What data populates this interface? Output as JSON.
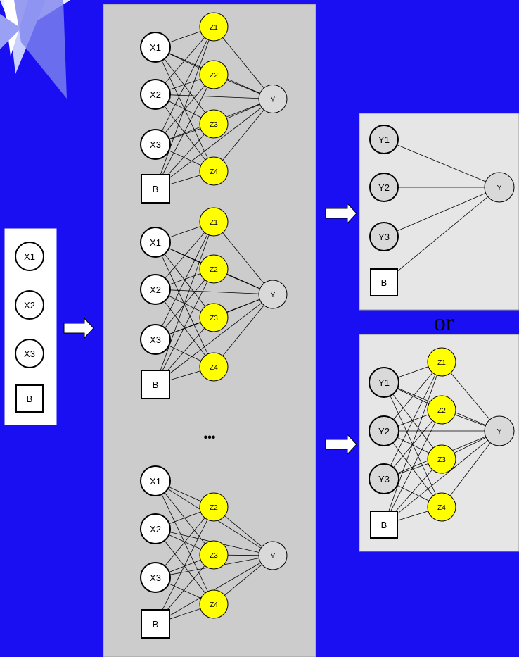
{
  "colors": {
    "background": "#1a0ff2",
    "panel_main": "#cccccc",
    "panel_side": "#e6e6e6",
    "panel_left": "#ffffff",
    "hidden_node": "#ffff00",
    "output_node": "#d9d9d9"
  },
  "input_panel": {
    "nodes": [
      "X1",
      "X2",
      "X3"
    ],
    "bias": "B"
  },
  "ensemble": [
    {
      "inputs": [
        "X1",
        "X2",
        "X3"
      ],
      "bias": "B",
      "hidden": [
        "Z1",
        "Z2",
        "Z3",
        "Z4"
      ],
      "output": "Y"
    },
    {
      "inputs": [
        "X1",
        "X2",
        "X3"
      ],
      "bias": "B",
      "hidden": [
        "Z1",
        "Z2",
        "Z3",
        "Z4"
      ],
      "output": "Y"
    },
    {
      "inputs": [
        "X1",
        "X2",
        "X3"
      ],
      "bias": "B",
      "hidden": [
        "Z2",
        "Z3",
        "Z4"
      ],
      "output": "Y"
    }
  ],
  "ellipsis": "•••",
  "combiner_linear": {
    "inputs": [
      "Y1",
      "Y2",
      "Y3"
    ],
    "bias": "B",
    "output": "Y"
  },
  "separator": "or",
  "combiner_network": {
    "inputs": [
      "Y1",
      "Y2",
      "Y3"
    ],
    "bias": "B",
    "hidden": [
      "Z1",
      "Z2",
      "Z3",
      "Z4"
    ],
    "output": "Y"
  }
}
